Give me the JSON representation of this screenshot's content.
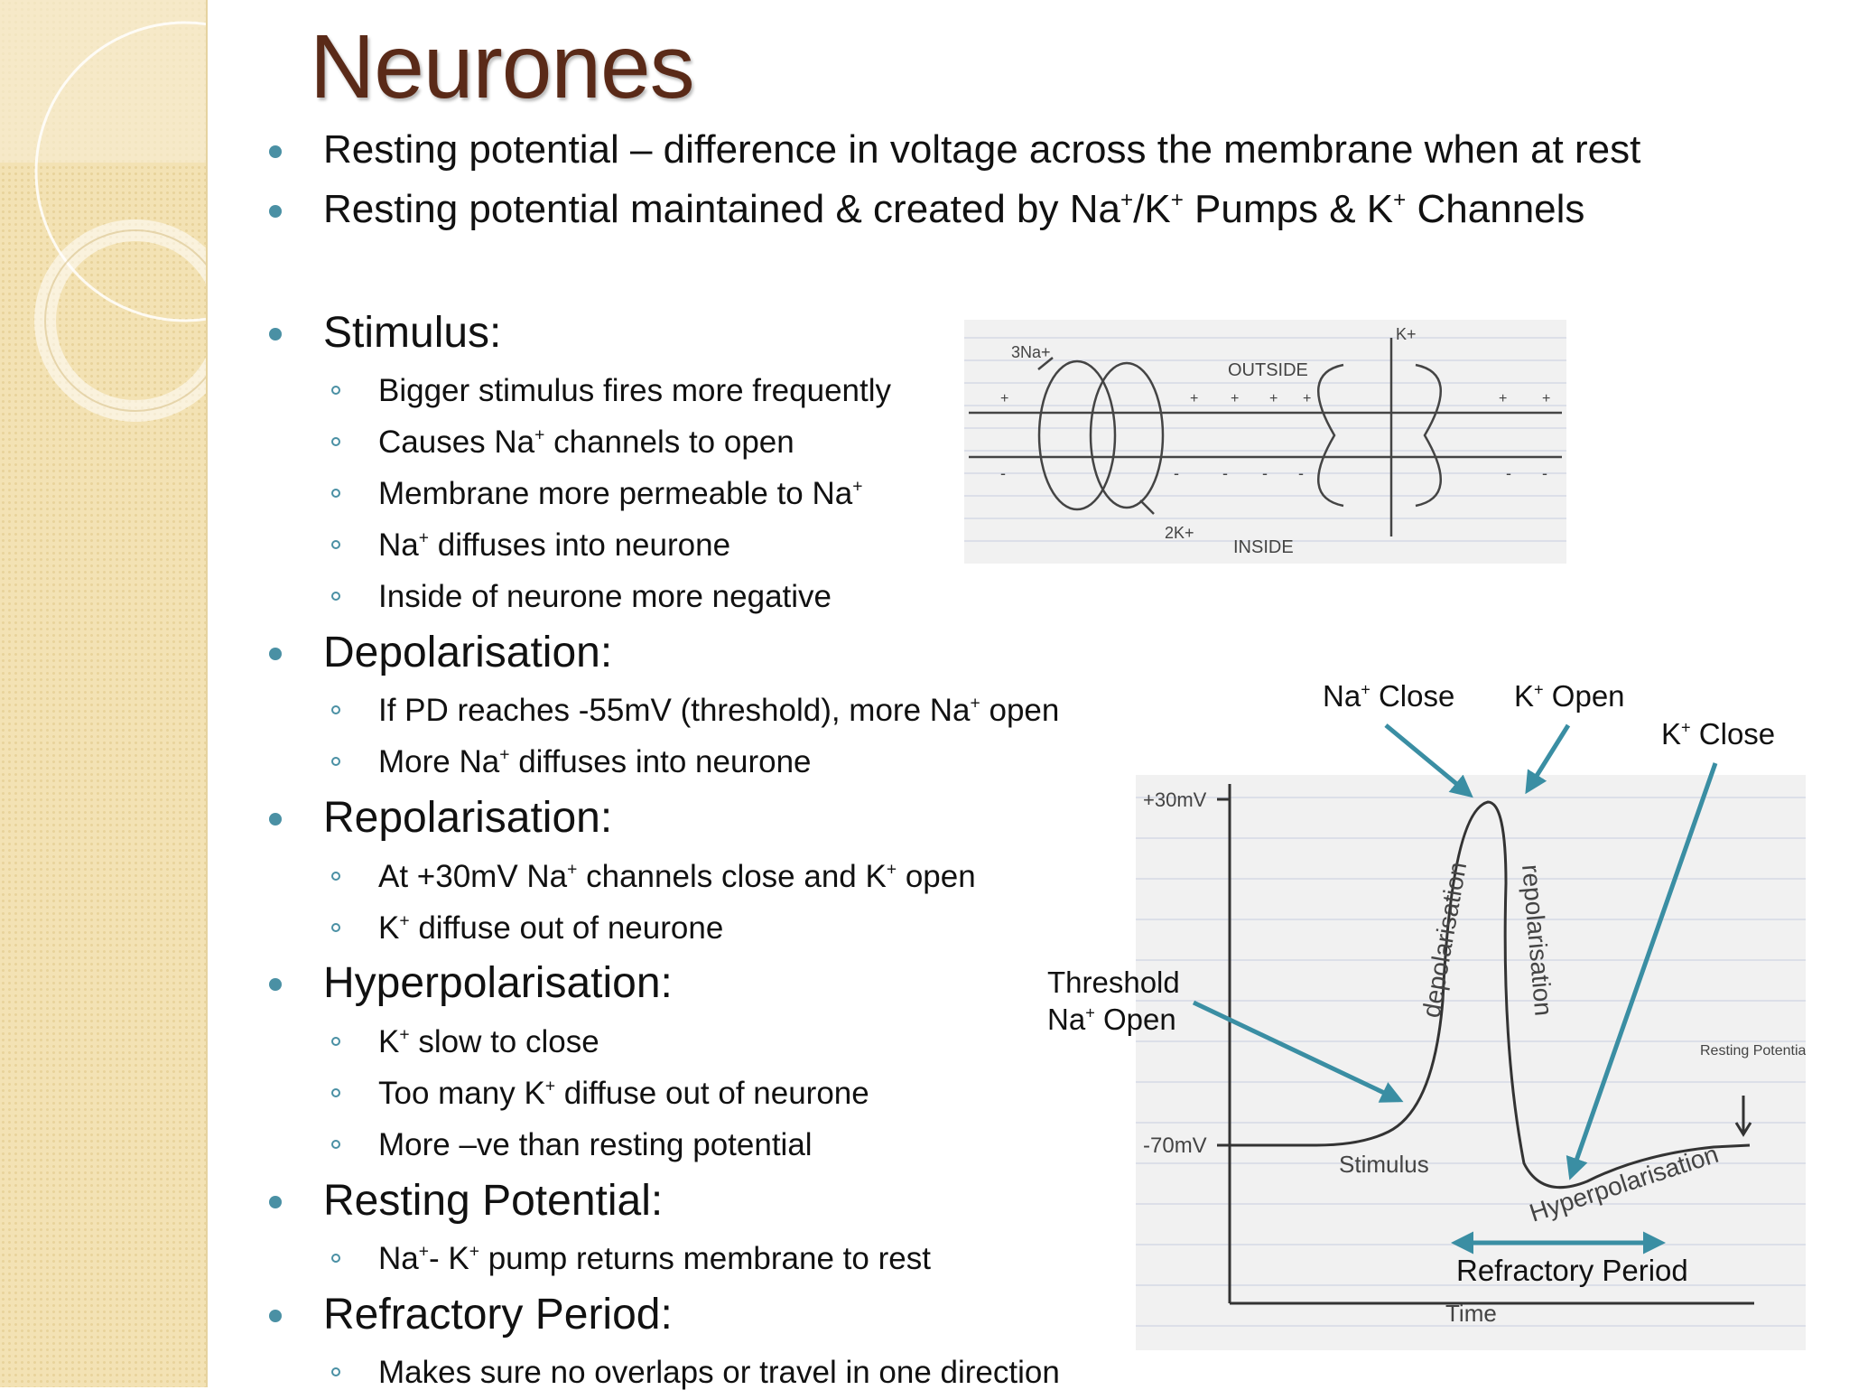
{
  "slide": {
    "title": "Neurones",
    "intro": [
      {
        "text": "Resting potential – difference in voltage across the membrane when at rest"
      },
      {
        "pre": "Resting potential maintained & created by Na",
        "sup1": "+",
        "mid": "/K",
        "sup2": "+",
        "mid2": " Pumps & K",
        "sup3": "+",
        "post": " Channels"
      }
    ],
    "sections": [
      {
        "heading": "Stimulus:",
        "items": [
          {
            "pre": "Bigger stimulus fires more frequently"
          },
          {
            "pre": "Causes Na",
            "sup": "+",
            "post": " channels to open"
          },
          {
            "pre": "Membrane more permeable to Na",
            "sup": "+",
            "post": ""
          },
          {
            "pre": "Na",
            "sup": "+",
            "post": " diffuses into neurone"
          },
          {
            "pre": "Inside of neurone more negative"
          }
        ]
      },
      {
        "heading": "Depolarisation:",
        "items": [
          {
            "pre": "If PD reaches -55mV (threshold), more Na",
            "sup": "+",
            "post": " open"
          },
          {
            "pre": "More Na",
            "sup": "+",
            "post": " diffuses into neurone"
          }
        ]
      },
      {
        "heading": "Repolarisation:",
        "items": [
          {
            "pre": "At +30mV Na",
            "sup": "+",
            "post": " channels close and K",
            "sup2": "+",
            "post2": " open"
          },
          {
            "pre": "K",
            "sup": "+",
            "post": " diffuse out of neurone"
          }
        ]
      },
      {
        "heading": "Hyperpolarisation:",
        "items": [
          {
            "pre": "K",
            "sup": "+",
            "post": " slow to close"
          },
          {
            "pre": "Too many K",
            "sup": "+",
            "post": " diffuse out of neurone"
          },
          {
            "pre": "More –ve than resting potential"
          }
        ]
      },
      {
        "heading": "Resting Potential:",
        "items": [
          {
            "pre": "Na",
            "sup": "+",
            "post": "- K",
            "sup2": "+",
            "post2": " pump returns membrane to rest"
          }
        ]
      },
      {
        "heading": "Refractory Period:",
        "items": [
          {
            "pre": "Makes sure no overlaps or travel in one direction"
          }
        ]
      }
    ]
  },
  "membrane_figure": {
    "sodium_label": "3Na+",
    "potassium_in_label": "2K+",
    "potassium_channel_label": "K+",
    "outside_label": "OUTSIDE",
    "inside_label": "INSIDE",
    "plus": "+",
    "minus": "-"
  },
  "graph_figure": {
    "ytick_top": "+30mV",
    "ytick_bottom": "-70mV",
    "curve_label_depolarisation": "depolarisation",
    "curve_label_repolarisation": "repolarisation",
    "curve_label_stimulus": "Stimulus",
    "curve_label_hyperpolarisation": "Hyperpolarisation",
    "curve_label_resting": "Resting Potential",
    "xlabel": "Time",
    "annotations": {
      "na_close": {
        "ion": "Na",
        "sup": "+",
        "text": " Close"
      },
      "k_open": {
        "ion": "K",
        "sup": "+",
        "text": " Open"
      },
      "k_close": {
        "ion": "K",
        "sup": "+",
        "text": " Close"
      },
      "threshold": "Threshold",
      "na_open": {
        "ion": "Na",
        "sup": "+",
        "text": " Open"
      },
      "refractory": "Refractory Period"
    },
    "arrow_color": "#3a8ea3"
  }
}
